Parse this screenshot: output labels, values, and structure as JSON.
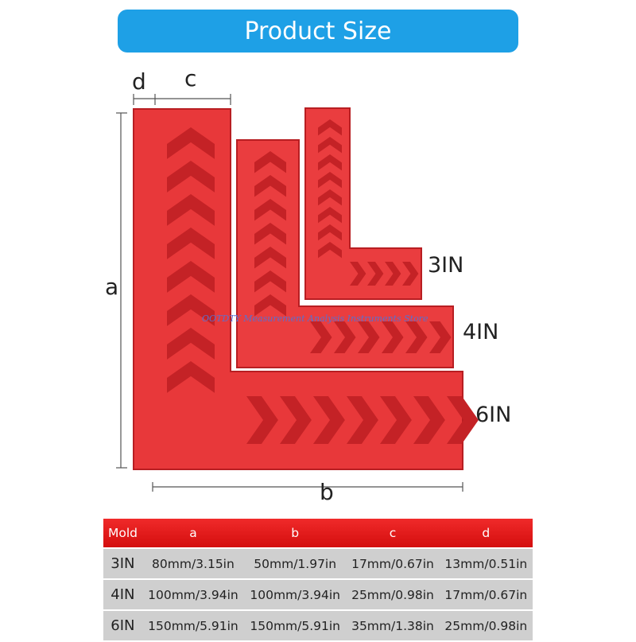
{
  "banner": {
    "title": "Product Size"
  },
  "dimension_labels": {
    "a": "a",
    "b": "b",
    "c": "c",
    "d": "d"
  },
  "sizes": [
    "3IN",
    "4IN",
    "6IN"
  ],
  "watermark": "OOTDTY Measurement Analysis Instruments Store",
  "colors": {
    "banner": "#1ea0e6",
    "product": "#e8383a",
    "table_header": "#e01b1b",
    "table_row": "#cfcfcf"
  },
  "table": {
    "headers": [
      "Mold",
      "a",
      "b",
      "c",
      "d"
    ],
    "rows": [
      [
        "3IN",
        "80mm/3.15in",
        "50mm/1.97in",
        "17mm/0.67in",
        "13mm/0.51in"
      ],
      [
        "4IN",
        "100mm/3.94in",
        "100mm/3.94in",
        "25mm/0.98in",
        "17mm/0.67in"
      ],
      [
        "6IN",
        "150mm/5.91in",
        "150mm/5.91in",
        "35mm/1.38in",
        "25mm/0.98in"
      ]
    ]
  }
}
